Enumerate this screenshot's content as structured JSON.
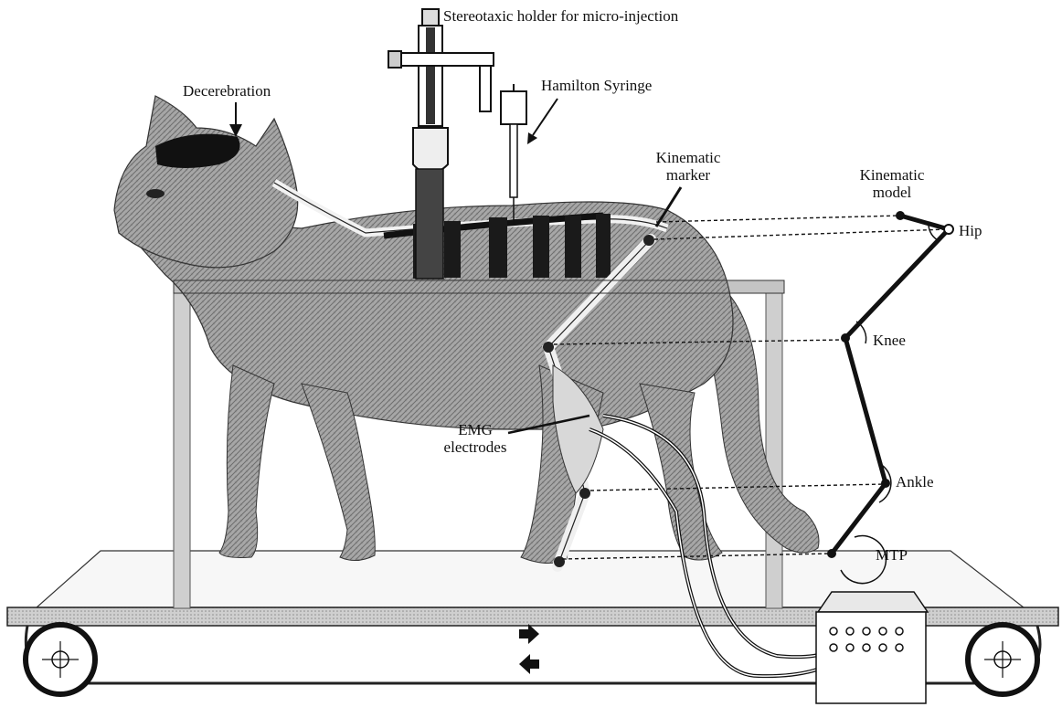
{
  "labels": {
    "stereotaxic": "Stereotaxic holder for micro-injection",
    "decerebration": "Decerebration",
    "hamilton": "Hamilton Syringe",
    "kinematic_marker_1": "Kinematic",
    "kinematic_marker_2": "marker",
    "kinematic_model_1": "Kinematic",
    "kinematic_model_2": "model",
    "hip": "Hip",
    "knee": "Knee",
    "ankle": "Ankle",
    "mtp": "MTP",
    "emg_1": "EMG",
    "emg_2": "electrodes"
  },
  "colors": {
    "ink": "#111111",
    "fur": "#9a9a9a",
    "fur_dark": "#5f5f5f",
    "frame": "#b8b8b8",
    "bone": "#f2f2f2"
  }
}
